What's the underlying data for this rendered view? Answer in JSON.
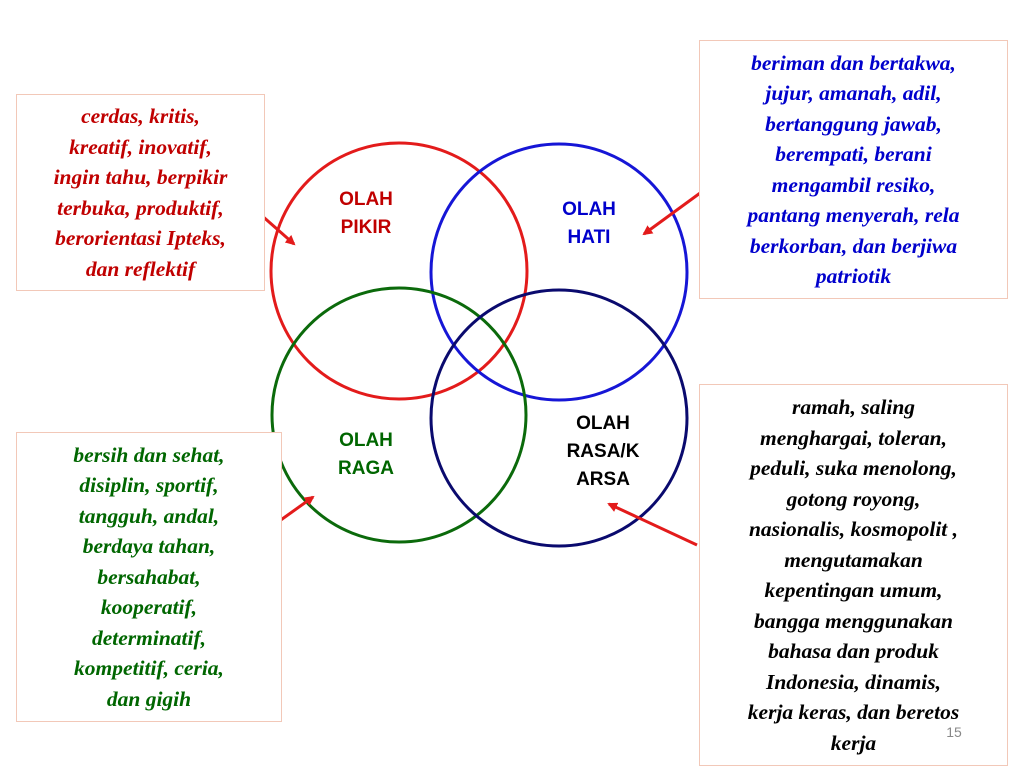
{
  "colors": {
    "pikir": "#e31b1b",
    "hati": "#1616d6",
    "raga": "#0b6a0b",
    "rasa": "#0a0a6e",
    "arrow": "#e31b1b"
  },
  "circles": {
    "pikir": {
      "title": "OLAH",
      "subtitle": "PIKIR"
    },
    "hati": {
      "title": "OLAH",
      "subtitle": "HATI"
    },
    "raga": {
      "title": "OLAH",
      "subtitle": "RAGA"
    },
    "rasa": {
      "lines": [
        "OLAH",
        "RASA/K",
        "ARSA"
      ]
    }
  },
  "boxes": {
    "pikir": {
      "lines": [
        "cerdas, kritis,",
        "kreatif, inovatif,",
        "ingin tahu, berpikir",
        "terbuka, produktif,",
        "berorientasi Ipteks,",
        "dan reflektif"
      ]
    },
    "hati": {
      "lines": [
        "beriman dan bertakwa,",
        "jujur, amanah, adil,",
        "bertanggung jawab,",
        "berempati, berani",
        "mengambil resiko,",
        "pantang menyerah, rela",
        "berkorban, dan berjiwa",
        "patriotik"
      ]
    },
    "raga": {
      "lines": [
        "bersih dan sehat,",
        "disiplin, sportif,",
        "tangguh, andal,",
        "berdaya tahan,",
        "bersahabat,",
        "kooperatif,",
        "determinatif,",
        "kompetitif, ceria,",
        "dan gigih"
      ]
    },
    "rasa": {
      "lines": [
        "ramah, saling",
        "menghargai, toleran,",
        "peduli,  suka menolong,",
        "gotong royong,",
        "nasionalis, kosmopolit ,",
        "mengutamakan",
        "kepentingan umum,",
        "bangga menggunakan",
        "bahasa dan produk",
        "Indonesia, dinamis,",
        "kerja keras, dan beretos",
        "kerja"
      ]
    }
  },
  "page_number": "15"
}
